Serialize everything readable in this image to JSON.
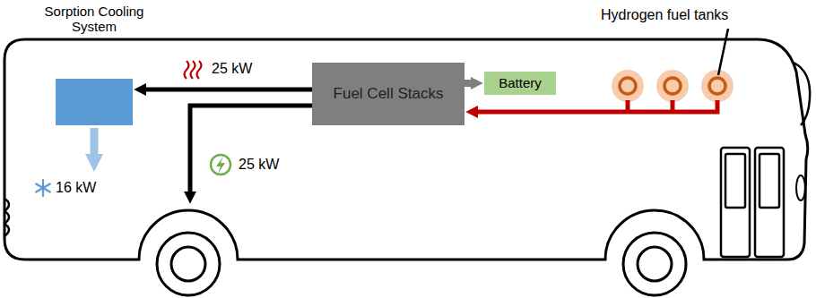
{
  "diagram": {
    "nodes": [
      {
        "text": [
          "Sorption Cooling System"
        ]
      },
      {
        "text": [
          "Fuel Cell Stacks"
        ]
      },
      {
        "text": [
          "Battery"
        ]
      },
      {
        "text": [
          "Hydrogen fuel tanks"
        ]
      }
    ],
    "edges": [
      {
        "from": 1,
        "to": 0,
        "arrow": "to",
        "label": "25 kW"
      },
      {
        "from": 1,
        "to": 2,
        "arrow": "to"
      },
      {
        "from": 3,
        "to": 1,
        "arrow": "to"
      }
    ],
    "labels": [
      "25 kW",
      "16 kW"
    ]
  }
}
